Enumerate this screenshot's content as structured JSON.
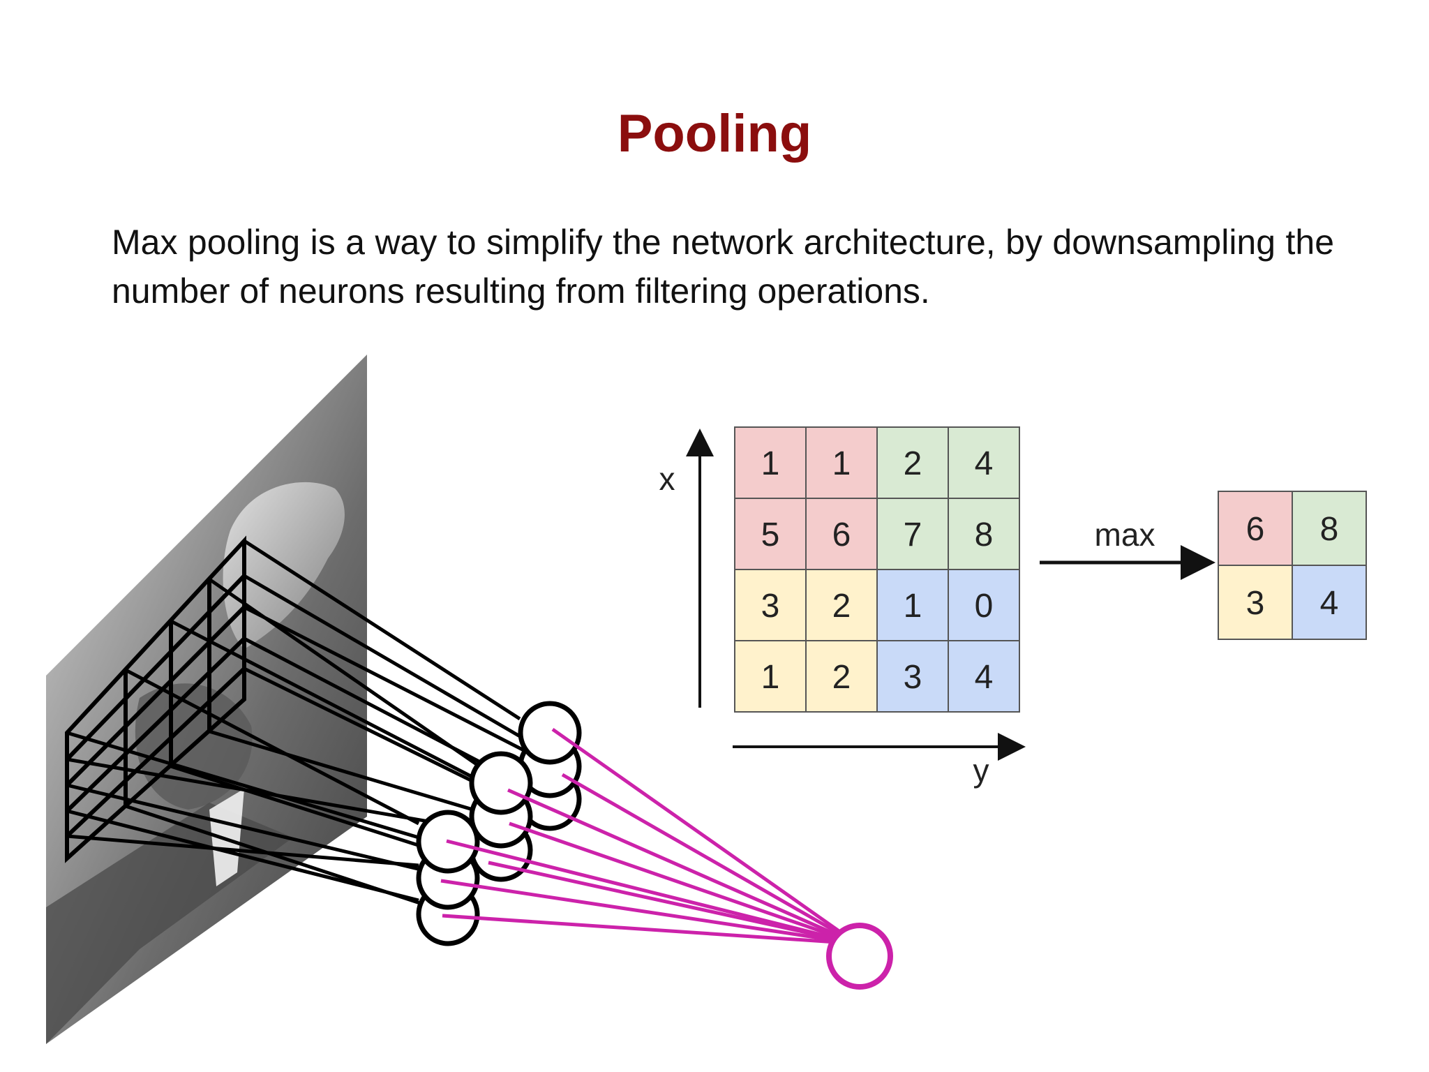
{
  "slide": {
    "title": "Pooling",
    "body": "Max pooling is a way to simplify the network architecture, by downsampling the number of neurons resulting from filtering operations."
  },
  "figure": {
    "input_grid": [
      [
        1,
        1,
        2,
        4
      ],
      [
        5,
        6,
        7,
        8
      ],
      [
        3,
        2,
        1,
        0
      ],
      [
        1,
        2,
        3,
        4
      ]
    ],
    "input_colors": [
      [
        "red",
        "red",
        "green",
        "green"
      ],
      [
        "red",
        "red",
        "green",
        "green"
      ],
      [
        "yellow",
        "yellow",
        "blue",
        "blue"
      ],
      [
        "yellow",
        "yellow",
        "blue",
        "blue"
      ]
    ],
    "output_grid": [
      [
        6,
        8
      ],
      [
        3,
        4
      ]
    ],
    "output_colors": [
      [
        "red",
        "green"
      ],
      [
        "yellow",
        "blue"
      ]
    ],
    "axis_x_label": "x",
    "axis_y_label": "y",
    "operation_label": "max",
    "palette": {
      "red": "#f4cccc",
      "green": "#d9ead3",
      "yellow": "#fff2cc",
      "blue": "#c9daf8",
      "grid_line": "#555555",
      "pool_line": "#cc22aa",
      "title": "#8b0e0e"
    }
  }
}
